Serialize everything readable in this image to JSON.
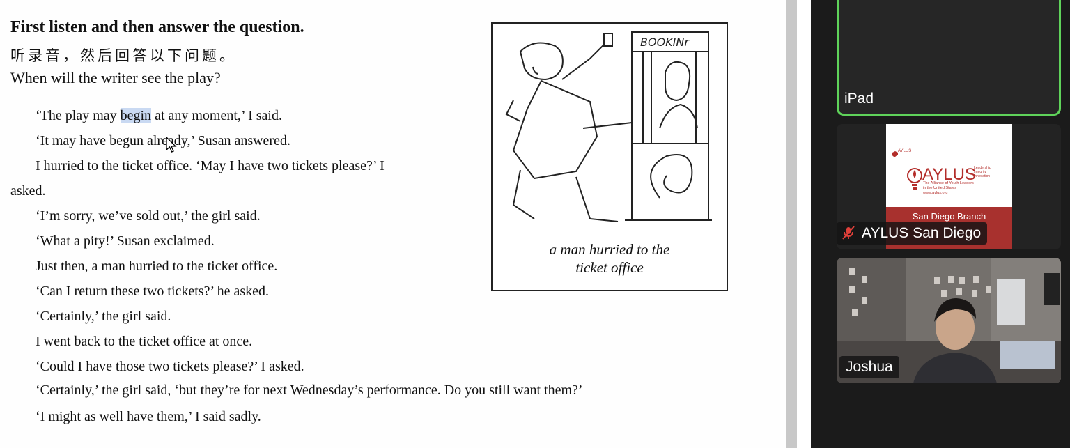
{
  "document": {
    "heading": "First listen and then answer the question.",
    "chinese_instruction": "听录音，然后回答以下问题。",
    "question": "When will the writer see the play?",
    "lines": [
      {
        "pre": "‘The play may ",
        "highlight": "begin",
        "post": " at any moment,’ I said."
      },
      {
        "text": "‘It may have begun already,’ Susan answered."
      },
      {
        "text": "I hurried to the ticket office. ‘May I have two tickets please?’ I"
      },
      {
        "text": "asked."
      },
      {
        "text": "‘I’m sorry, we’ve sold out,’ the girl said."
      },
      {
        "text": "‘What a pity!’ Susan exclaimed."
      },
      {
        "text": "Just then, a man hurried to the ticket office."
      },
      {
        "text": "‘Can I return these two tickets?’ he asked."
      },
      {
        "text": "‘Certainly,’ the girl said."
      },
      {
        "text": "I went back to the ticket office at once."
      },
      {
        "text": "‘Could I have those two tickets please?’ I asked."
      },
      {
        "text": "‘Certainly,’ the girl said, ‘but they’re for next Wednesday’s performance. Do you still want them?’"
      },
      {
        "text": "‘I might as well have them,’ I said sadly."
      }
    ],
    "illustration": {
      "sign_text": "BOOKINr",
      "caption_line1": "a man hurried to the",
      "caption_line2": "ticket office"
    }
  },
  "participants": [
    {
      "name": "iPad",
      "active_speaker": true
    },
    {
      "name": "AYLUS San Diego",
      "muted": true,
      "slide": {
        "org_small": "AYLUS",
        "title": "AYLUS",
        "tagline": [
          "Leadership",
          "Integrity",
          "Innovation"
        ],
        "subtitle": [
          "The Alliance of Youth Leaders",
          "in the United States",
          "www.aylus.org"
        ],
        "branch": "San Diego Branch"
      }
    },
    {
      "name": "Joshua"
    }
  ],
  "colors": {
    "active_speaker_border": "#5fd35a",
    "highlight": "#c9d9f2",
    "aylus_red": "#a8312e",
    "muted_icon": "#e0403a"
  }
}
